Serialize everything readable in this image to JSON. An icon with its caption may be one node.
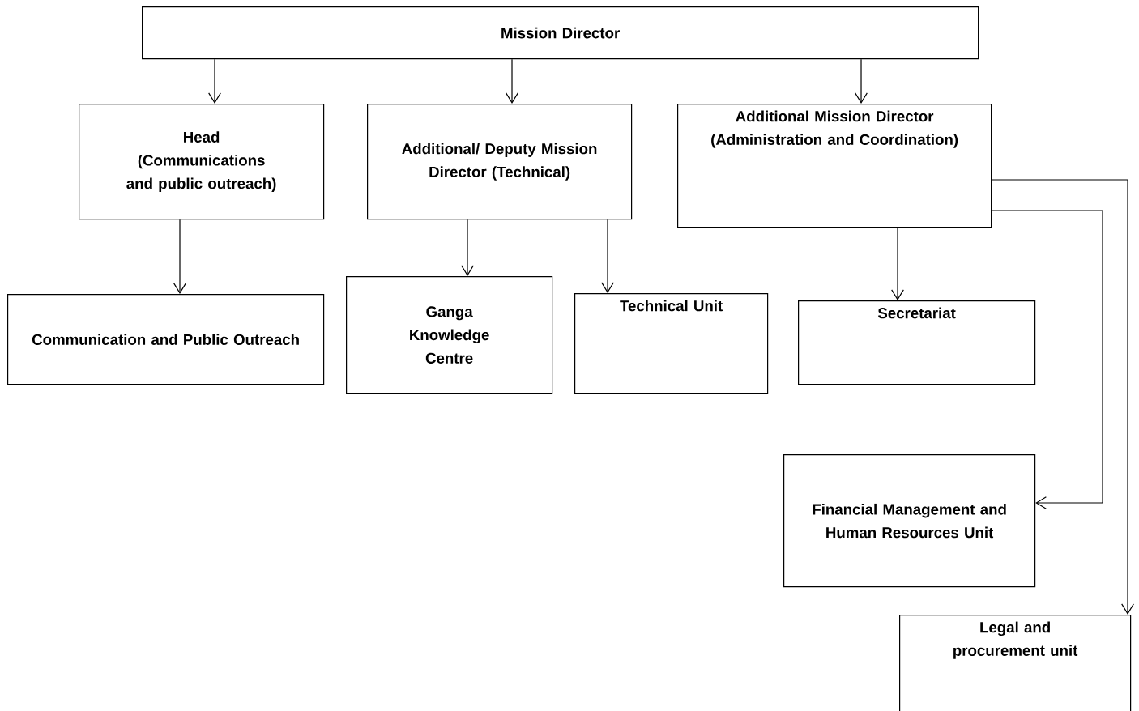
{
  "diagram": {
    "nodes": [
      {
        "text": [
          "Mission Director"
        ]
      },
      {
        "text": [
          "Head",
          "(Communications and public outreach)"
        ]
      },
      {
        "text": [
          "Additional/ Deputy Mission Director (Technical)"
        ]
      },
      {
        "text": [
          "Additional Mission Director (Administration and Coordination)"
        ]
      },
      {
        "text": [
          "Communication and Public Outreach"
        ]
      },
      {
        "text": [
          "Ganga Knowledge Centre"
        ]
      },
      {
        "text": [
          "Technical Unit"
        ]
      },
      {
        "text": [
          "Secretariat"
        ]
      },
      {
        "text": [
          "Financial Management and Human Resources Unit"
        ]
      },
      {
        "text": [
          "Legal and procurement unit"
        ]
      }
    ],
    "edges": [
      {
        "from": 0,
        "to": 1,
        "arrow": "to"
      },
      {
        "from": 0,
        "to": 2,
        "arrow": "to"
      },
      {
        "from": 0,
        "to": 3,
        "arrow": "to"
      },
      {
        "from": 1,
        "to": 4,
        "arrow": "to"
      },
      {
        "from": 2,
        "to": 5,
        "arrow": "to"
      },
      {
        "from": 2,
        "to": 6,
        "arrow": "to"
      },
      {
        "from": 3,
        "to": 7,
        "arrow": "to"
      },
      {
        "from": 3,
        "to": 8,
        "arrow": "to"
      },
      {
        "from": 3,
        "to": 9,
        "arrow": "to"
      }
    ]
  }
}
